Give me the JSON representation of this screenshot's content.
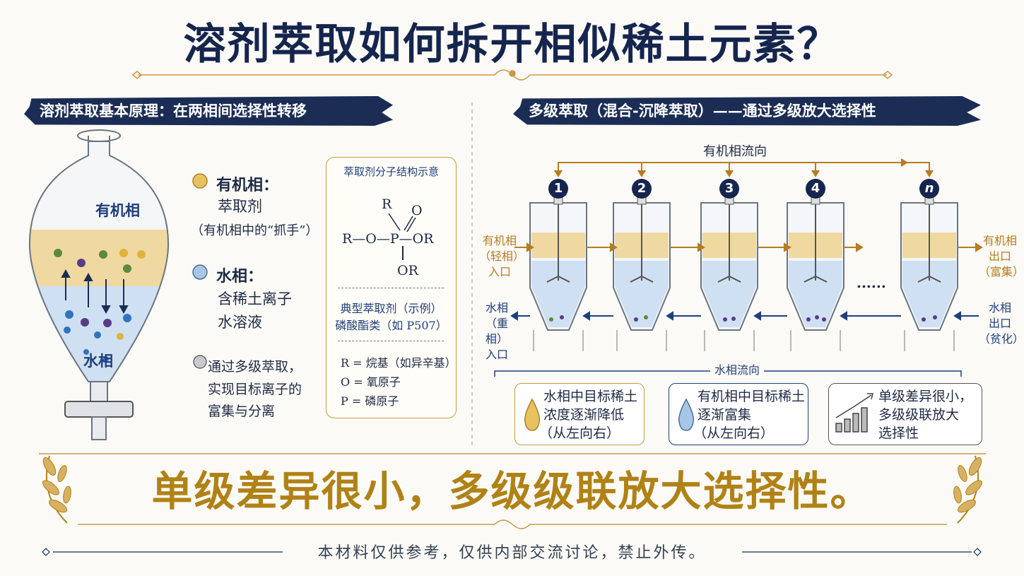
{
  "title": "溶剂萃取如何拆开相似稀土元素？",
  "left_panel": {
    "header": "溶剂萃取基本原理：在两相间选择性转移",
    "funnel_top_label": "有机相",
    "funnel_bottom_label": "水相",
    "legend": {
      "organic_title": "有机相：",
      "organic_line1": "萃取剂",
      "organic_line2": "（有机相中的“抓手”）",
      "aqueous_title": "水相：",
      "aqueous_line1": "含稀土离子",
      "aqueous_line2": "水溶液",
      "process_line1": "通过多级萃取，",
      "process_line2": "实现目标离子的",
      "process_line3": "富集与分离"
    },
    "molecule_box": {
      "title": "萃取剂分子结构示意",
      "r_top": "R",
      "o_top": "O",
      "chain_left": "R—O—P—OR",
      "o_bottom": "OR",
      "typical_line1": "典型萃取剂（示例）",
      "typical_line2": "磷酸酯类（如 P507）",
      "key_r": "R = 烷基（如异辛基）",
      "key_o": "O = 氧原子",
      "key_p": "P = 磷原子"
    }
  },
  "right_panel": {
    "header": "多级萃取（混合-沉降萃取）——通过多级放大选择性",
    "organic_flow": "有机相流向",
    "aqueous_flow": "水相流向",
    "stages": [
      "1",
      "2",
      "3",
      "4",
      "n"
    ],
    "ellipsis": "......",
    "organic_in": [
      "有机相",
      "（轻相）",
      "入口"
    ],
    "aqueous_in": [
      "水相",
      "（重相）",
      "入口"
    ],
    "organic_out": [
      "有机相",
      "出口",
      "（富集）"
    ],
    "aqueous_out": [
      "水相",
      "出口",
      "（贫化）"
    ],
    "summaries": [
      {
        "line1": "水相中目标稀土",
        "line2": "浓度逐渐降低",
        "line3": "（从左向右）"
      },
      {
        "line1": "有机相中目标稀土",
        "line2": "逐渐富集",
        "line3": "（从左向右）"
      },
      {
        "line1": "单级差异很小，",
        "line2": "多级级联放大",
        "line3": "选择性"
      }
    ]
  },
  "conclusion": "单级差异很小，多级级联放大选择性。",
  "disclaimer": "本材料仅供参考，仅供内部交流讨论，禁止外传。",
  "colors": {
    "navy": "#15254e",
    "gold": "#b08216",
    "organic": "#efd9a0",
    "aqueous": "#cfe0f2"
  }
}
